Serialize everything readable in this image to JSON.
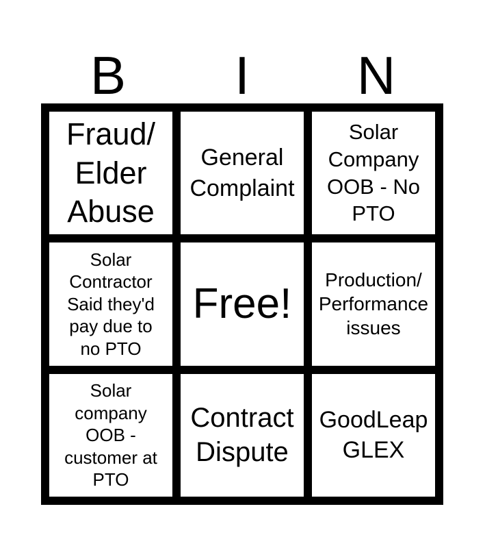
{
  "card": {
    "header_letters": [
      "B",
      "I",
      "N"
    ],
    "cells": [
      {
        "label": "Fraud/\nElder\nAbuse"
      },
      {
        "label": "General\nComplaint"
      },
      {
        "label": "Solar\nCompany\nOOB - No\nPTO"
      },
      {
        "label": "Solar\nContractor\nSaid they'd\npay due to\nno PTO"
      },
      {
        "label": "Free!"
      },
      {
        "label": "Production/\nPerformance\nissues"
      },
      {
        "label": "Solar\ncompany\nOOB -\ncustomer at\nPTO"
      },
      {
        "label": "Contract\nDispute"
      },
      {
        "label": "GoodLeap\nGLEX"
      }
    ],
    "colors": {
      "ink": "#000000",
      "background": "#ffffff"
    }
  }
}
